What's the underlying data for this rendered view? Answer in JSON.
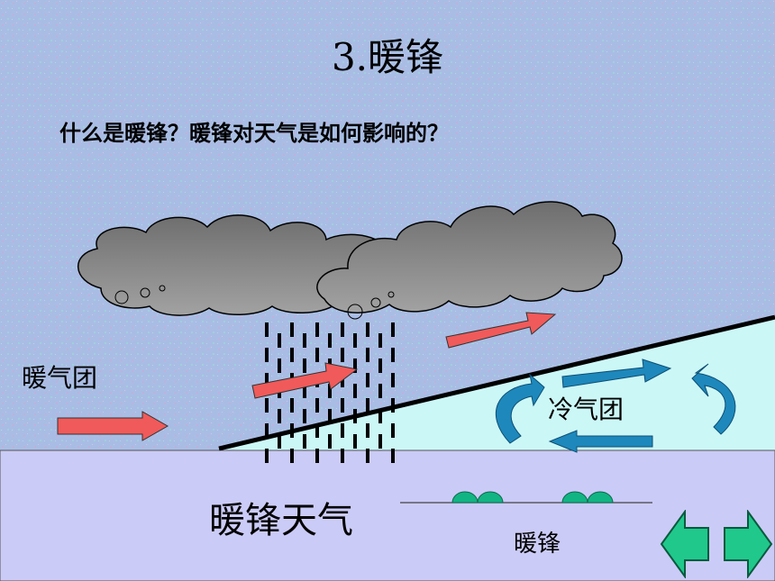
{
  "slide": {
    "title": "3.暖锋",
    "question": "什么是暖锋？暖锋对天气是如何影响的？",
    "warm_air_label": "暖气团",
    "cold_air_label": "冷气团",
    "weather_label": "暖锋天气",
    "front_label": "暖锋"
  },
  "icons": {
    "prev": "arrow-left-icon",
    "next": "arrow-right-icon"
  },
  "colors": {
    "background": "#a9bde4",
    "ground": "#cbcbf7",
    "cold_air": "#ccf7f7",
    "cloud": "#8c8c8c",
    "warm_arrow": "#f05a5a",
    "cold_arrow": "#1e88bc",
    "front_symbol": "#12b483",
    "nav_button": "#20c88c"
  }
}
